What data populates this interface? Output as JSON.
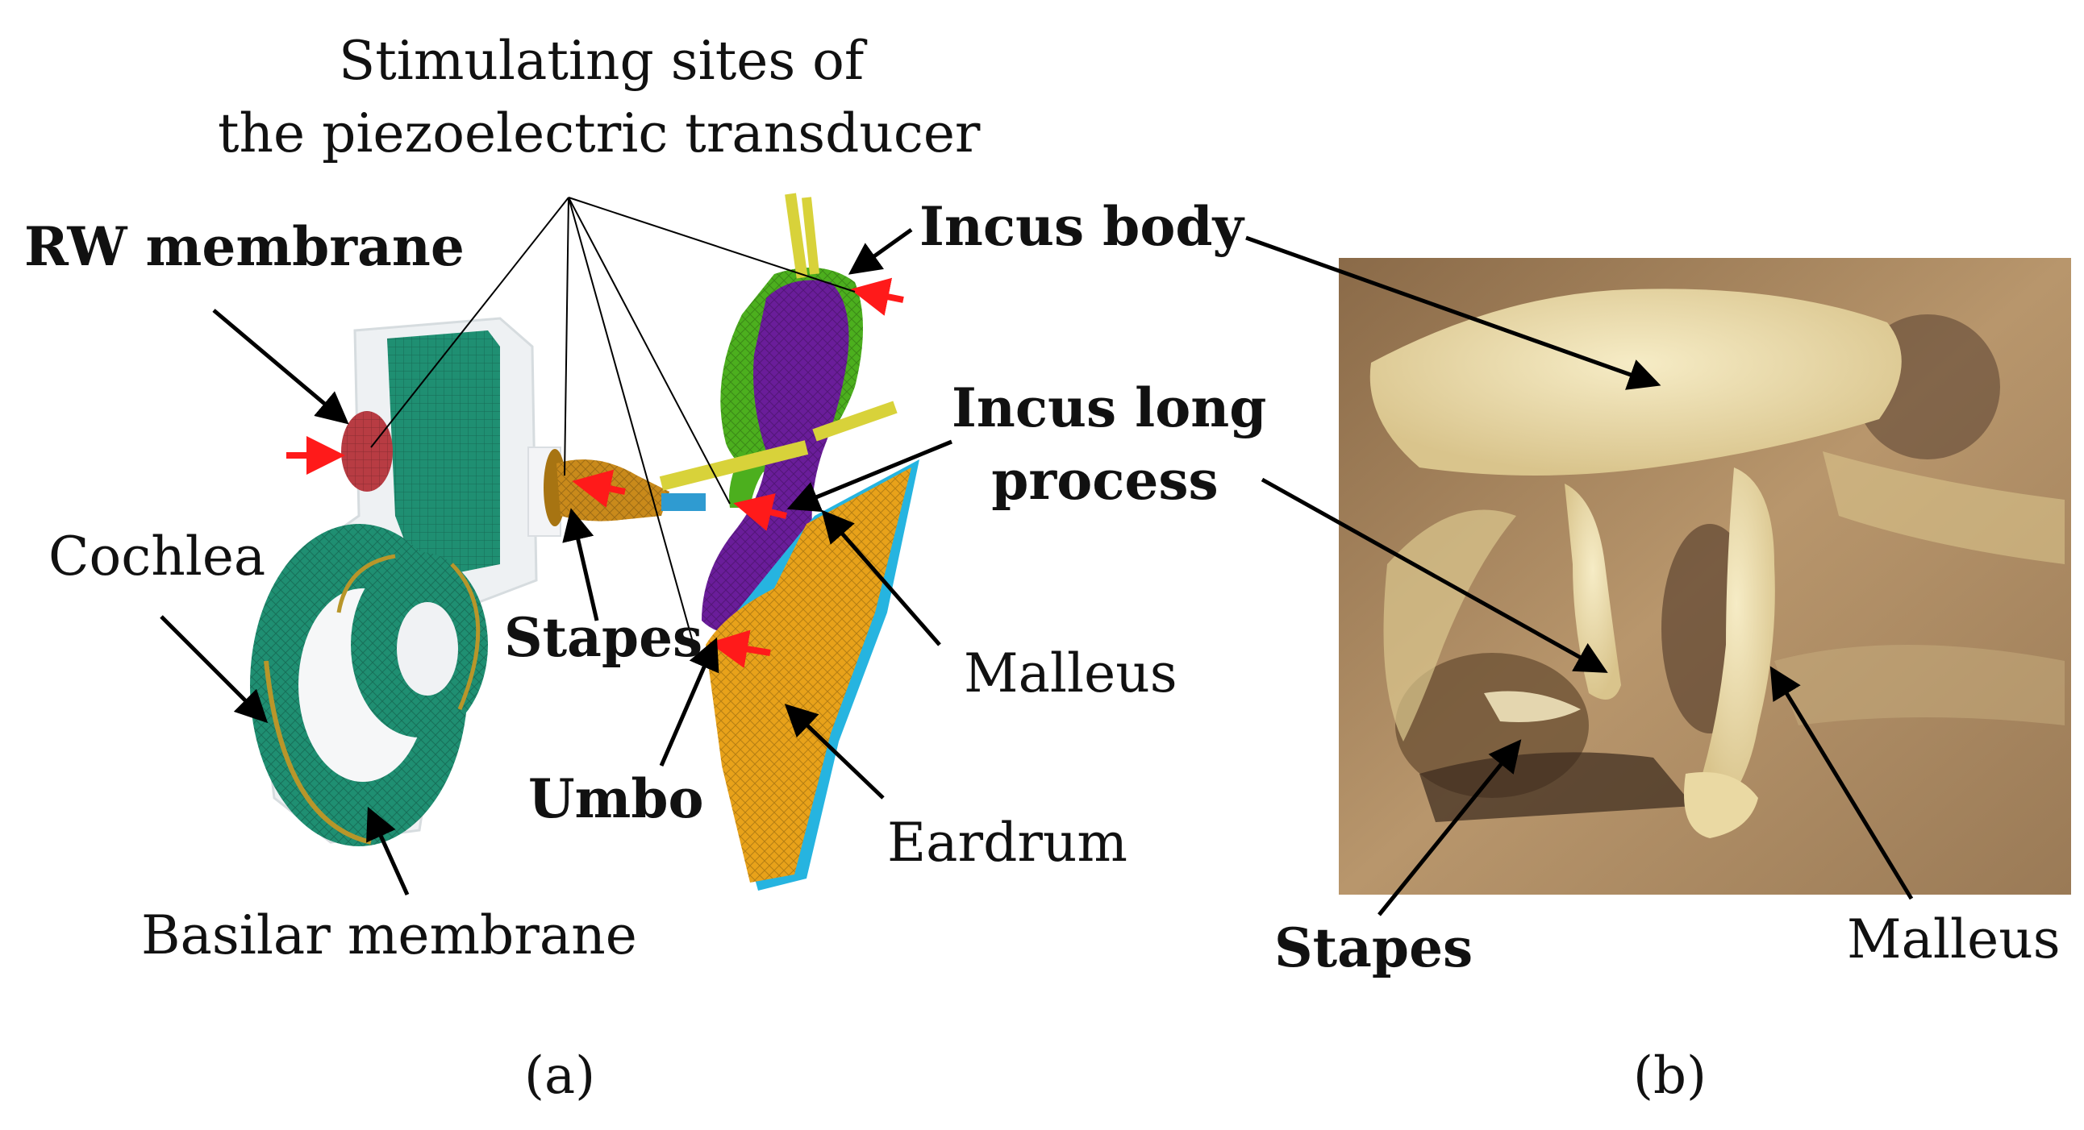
{
  "title": {
    "line1": "Stimulating sites of",
    "line2": "the piezoelectric transducer"
  },
  "labels_a": {
    "rw_membrane": "RW membrane",
    "cochlea": "Cochlea",
    "basilar_membrane": "Basilar membrane",
    "stapes": "Stapes",
    "umbo": "Umbo",
    "incus_body": "Incus body",
    "incus_long_process_line1": "Incus long",
    "incus_long_process_line2": "process",
    "malleus": "Malleus",
    "eardrum": "Eardrum"
  },
  "labels_b": {
    "stapes": "Stapes",
    "malleus": "Malleus"
  },
  "captions": {
    "a": "(a)",
    "b": "(b)"
  },
  "colors": {
    "cochlea": "#1f8f72",
    "capsule": "#e6ebee",
    "rw": "#b83c43",
    "malleus": "#6a1d9a",
    "incus": "#4caf1e",
    "eardrum": "#e8a21a",
    "eardrum_back": "#26b4e0",
    "stapes": "#c98a1b",
    "ligament": "#d8d23a",
    "arrow_red": "#ff1a1a",
    "photo_bg": "#a8855a",
    "bone": "#efe2b2"
  }
}
